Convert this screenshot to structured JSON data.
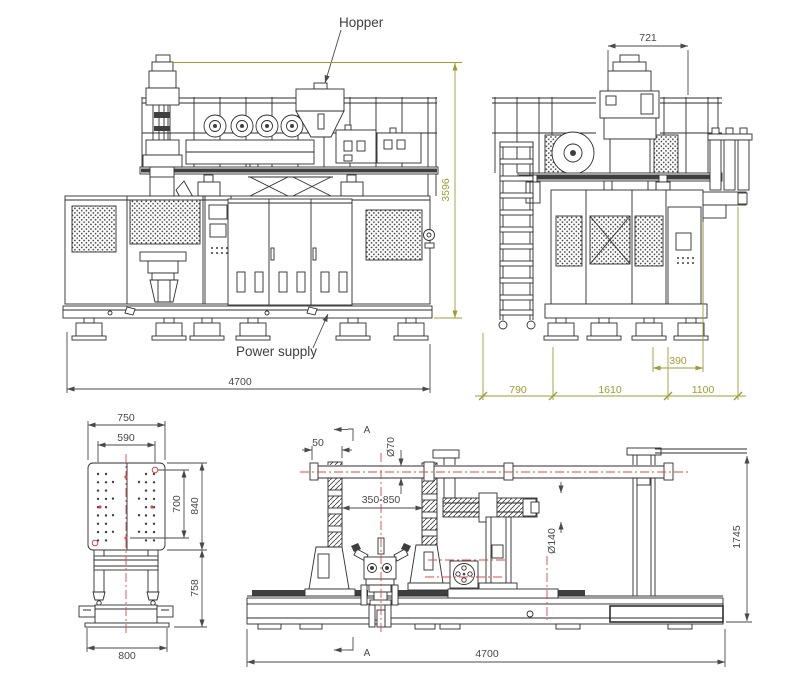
{
  "labels": {
    "hopper": "Hopper",
    "power_supply": "Power supply",
    "section_top": "A",
    "section_bottom": "A"
  },
  "dimensions": {
    "front": {
      "overall_width": "4700",
      "overall_height": "3596"
    },
    "side": {
      "top_width": "721",
      "tail_offset": "390",
      "left_span": "790",
      "center_span": "1610",
      "right_span": "1100"
    },
    "platen": {
      "width_outer": "750",
      "width_holes": "590",
      "height_holes": "700",
      "height_outer": "840",
      "height_stand": "758",
      "width_base": "800"
    },
    "section": {
      "edge_offset": "50",
      "rod_diameter": "Ø70",
      "travel_range": "350-850",
      "barrel_diameter": "Ø140",
      "overall_length": "4700",
      "frame_height": "1745"
    }
  },
  "colors": {
    "linework": "#2e2e2e",
    "dimension_primary": "#9e9d35",
    "dimension_secondary": "#4a4a4a",
    "centerline": "#d84a48",
    "background": "#ffffff"
  }
}
